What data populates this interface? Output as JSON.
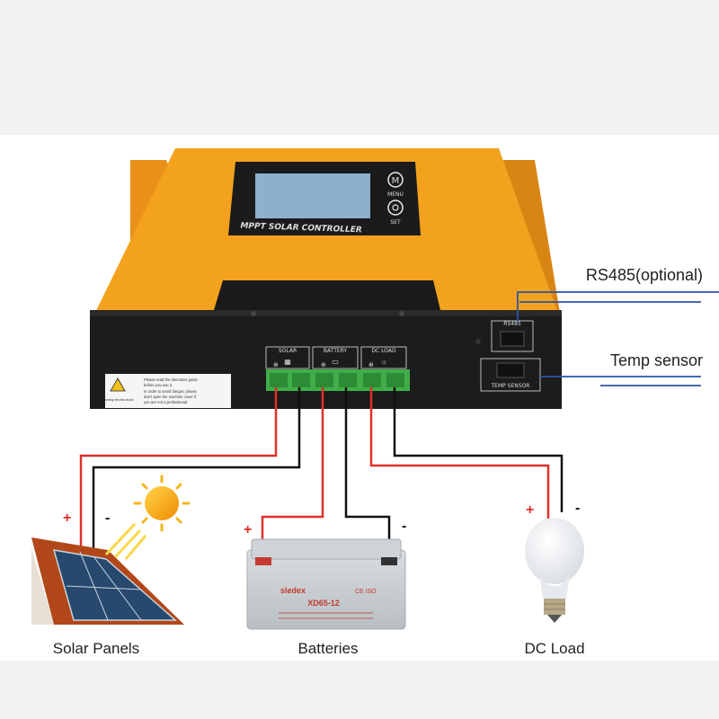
{
  "controller": {
    "brand_text": "MPPT SOLAR CONTROLLER",
    "menu_label": "MENU",
    "set_label": "SET",
    "menu_glyph": "M",
    "terminal_groups": [
      "SOLAR",
      "BATTERY",
      "DC LOAD"
    ],
    "port_rs485": "RS485",
    "port_temp": "TEMP SENSOR",
    "warning_lines": [
      "Please read the directions guide",
      "before you use it.",
      "In order to avoid danger, please",
      "don't open the machine cover if",
      "you are not a professional."
    ],
    "warning_badge": "Warning electric shock"
  },
  "callouts": {
    "rs485": "RS485(optional)",
    "temp_sensor": "Temp sensor"
  },
  "devices": {
    "solar": {
      "label": "Solar Panels",
      "plus": "+",
      "minus": "-"
    },
    "battery": {
      "label": "Batteries",
      "plus": "+",
      "minus": "-",
      "brand": "sledex",
      "model": "XD65-12",
      "cert": "CE ISO"
    },
    "load": {
      "label": "DC Load",
      "plus": "+",
      "minus": "-"
    }
  },
  "colors": {
    "case_orange": "#f3a21e",
    "case_black": "#1c1c1c",
    "terminal_green": "#3fae49",
    "wire_red": "#e0302a",
    "wire_black": "#111111",
    "callout_line": "#2a55a5"
  }
}
